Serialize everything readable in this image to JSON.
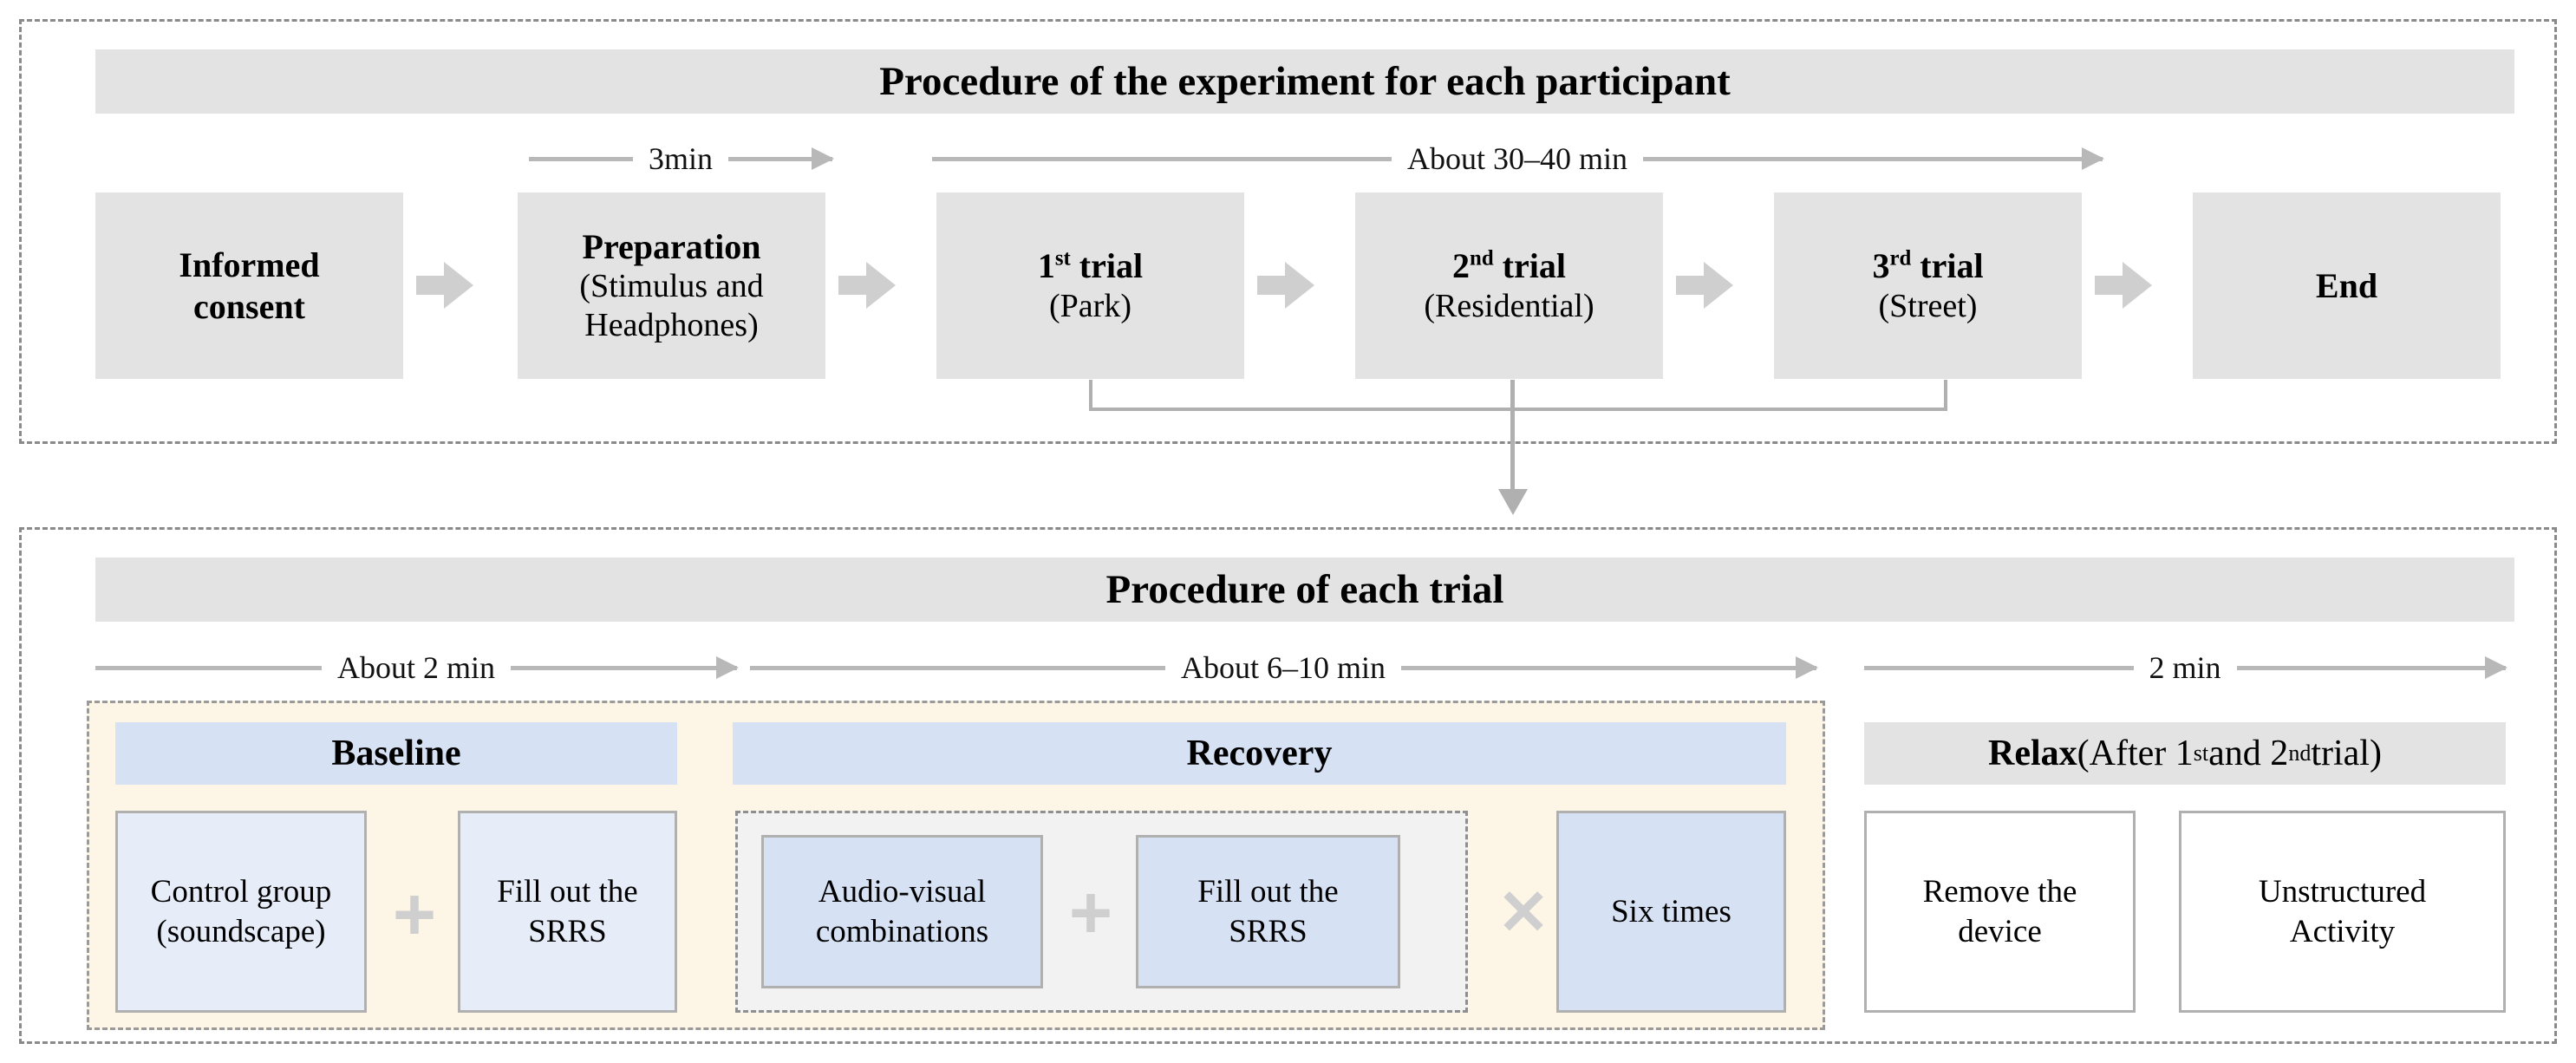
{
  "top_section": {
    "title": "Procedure of the experiment for each participant",
    "timeline": [
      {
        "label": "3min"
      },
      {
        "label": "About 30–40 min"
      }
    ],
    "steps": [
      {
        "line1": "Informed",
        "line2": "consent",
        "bold_line2": true
      },
      {
        "line1": "Preparation",
        "line2": "(Stimulus and",
        "line3": "Headphones)"
      },
      {
        "line1": "1",
        "sup": "st",
        "line1b": " trial",
        "line2": "(Park)"
      },
      {
        "line1": "2",
        "sup": "nd",
        "line1b": " trial",
        "line2": "(Residential)"
      },
      {
        "line1": "3",
        "sup": "rd",
        "line1b": " trial",
        "line2": "(Street)"
      },
      {
        "line1": "End",
        "line2": ""
      }
    ]
  },
  "bottom_section": {
    "title": "Procedure of each trial",
    "timeline": [
      {
        "label": "About 2 min"
      },
      {
        "label": "About 6–10 min"
      },
      {
        "label": "2 min"
      }
    ],
    "baseline": {
      "header": "Baseline",
      "box1_line1": "Control group",
      "box1_line2": "(soundscape)",
      "operator": "+",
      "box2_line1": "Fill out the",
      "box2_line2": "SRRS"
    },
    "recovery": {
      "header": "Recovery",
      "box1_line1": "Audio-visual",
      "box1_line2": "combinations",
      "operator_plus": "+",
      "box2_line1": "Fill out the",
      "box2_line2": "SRRS",
      "operator_times": "✕",
      "repeat_label": "Six times"
    },
    "relax": {
      "header_bold": "Relax",
      "header_rest_a": " (After 1",
      "header_sup_a": "st",
      "header_rest_b": " and 2",
      "header_sup_b": "nd",
      "header_rest_c": " trial)",
      "box1_line1": "Remove the",
      "box1_line2": "device",
      "box2_line1": "Unstructured",
      "box2_line2": "Activity"
    }
  },
  "colors": {
    "gray_fill": "#e3e3e3",
    "blue_fill": "#d6e1f4",
    "blue_light": "#e6ecf8",
    "cream_fill": "#fdf6e7",
    "arrow_gray": "#cfcfcf",
    "border_gray": "#b0b0b0",
    "dash_gray": "#8a8a8a"
  }
}
